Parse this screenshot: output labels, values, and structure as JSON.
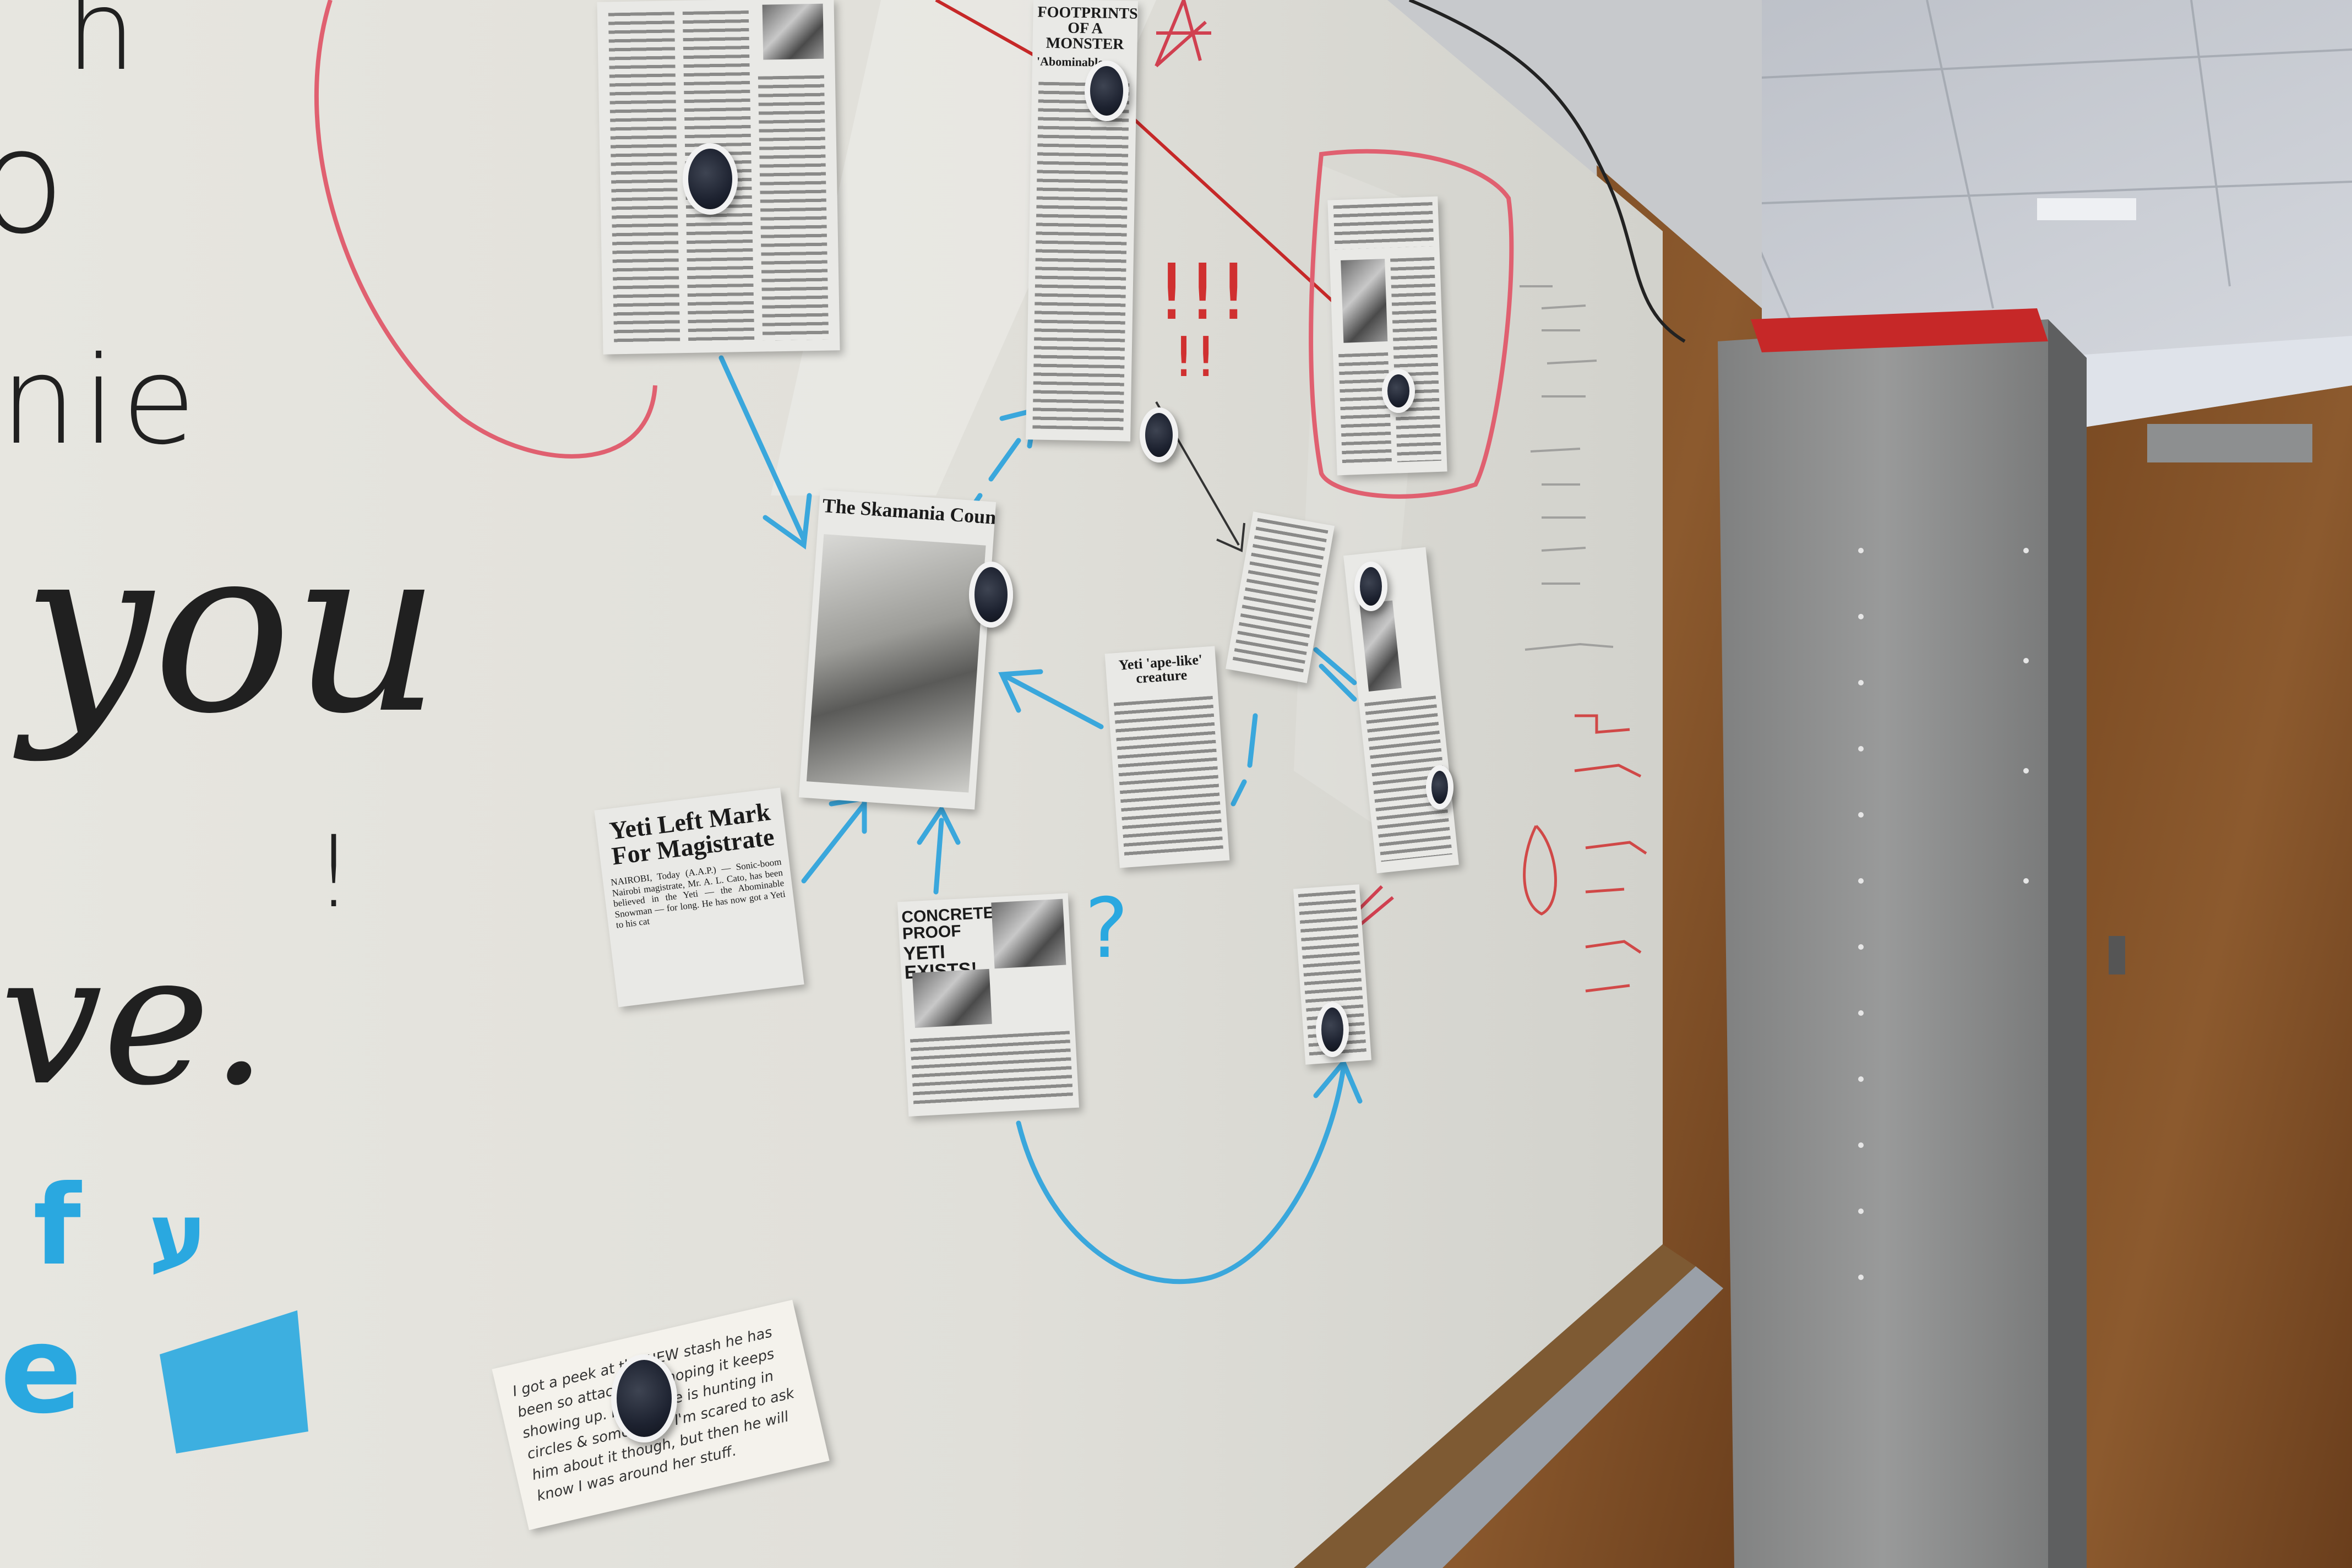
{
  "whiteboard": {
    "handwriting": {
      "line1": "h",
      "line2": "o",
      "line3": "nie",
      "line4": "you",
      "line5": "!",
      "line6": "ve."
    },
    "blue_marks": {
      "left_letters": "f",
      "left_letters2": "e",
      "hebrew_like": "ע"
    },
    "red_marks": {
      "exclamations": "!!!",
      "exclamations2": "!!"
    },
    "question_marks": {
      "blue_q": "?"
    }
  },
  "clippings": {
    "footprints": {
      "headline": "FOOTPRINTS OF A MONSTER",
      "subhead": "'Abominable"
    },
    "skamania": {
      "masthead": "The Skamania County Pio"
    },
    "yeti_left_mark": {
      "headline": "Yeti Left Mark For Magistrate",
      "dateline": "NAIROBI, Today (A.A.P.) — Sonic-boom Nairobi magistrate, Mr. A. L. Cato, has been believed in the Yeti — the Abominable Snowman — for long. He has now got a Yeti to his cat"
    },
    "ape_like": {
      "headline": "Yeti 'ape-like' creature"
    },
    "concrete_proof": {
      "headline_top": "CONCRETE PROOF",
      "headline_bottom": "YETI EXISTS!"
    }
  },
  "note_card": {
    "text": "I got a peek at the NEW stash he has been so attached to, hoping it keeps showing up. It's like he is hunting in circles & something. I'm scared to ask him about it though, but then he will know I was around her stuff."
  },
  "colors": {
    "whiteboard": "#e4e3dc",
    "blue_marker": "#2aa8e0",
    "red_marker": "#d03030",
    "wood_frame": "#8a5a2b",
    "metal_cabinet": "#8f9090"
  }
}
